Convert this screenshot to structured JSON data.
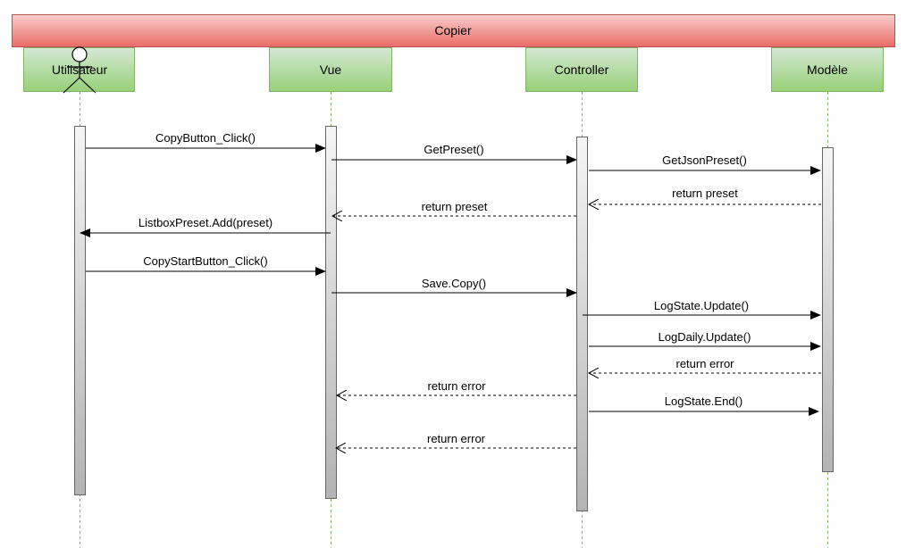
{
  "diagram": {
    "title": "Copier",
    "colors": {
      "title_fill": "#f08080",
      "title_stroke": "#b85450",
      "participant_fill": "#b8e09a",
      "participant_stroke": "#82b366",
      "lifeline": "#82b366"
    },
    "participants": [
      {
        "id": "user",
        "label": "Utilisateur",
        "icon": "actor-stick-figure-icon"
      },
      {
        "id": "vue",
        "label": "Vue"
      },
      {
        "id": "controller",
        "label": "Controller"
      },
      {
        "id": "model",
        "label": "Modèle"
      }
    ],
    "messages": [
      {
        "from": "user",
        "to": "vue",
        "label": "CopyButton_Click()",
        "type": "sync"
      },
      {
        "from": "vue",
        "to": "controller",
        "label": "GetPreset()",
        "type": "sync"
      },
      {
        "from": "controller",
        "to": "model",
        "label": "GetJsonPreset()",
        "type": "sync"
      },
      {
        "from": "model",
        "to": "controller",
        "label": "return preset",
        "type": "return"
      },
      {
        "from": "controller",
        "to": "vue",
        "label": "return preset",
        "type": "return"
      },
      {
        "from": "vue",
        "to": "user",
        "label": "ListboxPreset.Add(preset)",
        "type": "sync"
      },
      {
        "from": "user",
        "to": "vue",
        "label": "CopyStartButton_Click()",
        "type": "sync"
      },
      {
        "from": "vue",
        "to": "controller",
        "label": "Save.Copy()",
        "type": "sync"
      },
      {
        "from": "controller",
        "to": "model",
        "label": "LogState.Update()",
        "type": "sync"
      },
      {
        "from": "controller",
        "to": "model",
        "label": "LogDaily.Update()",
        "type": "sync"
      },
      {
        "from": "model",
        "to": "controller",
        "label": "return error",
        "type": "return"
      },
      {
        "from": "controller",
        "to": "vue",
        "label": "return error",
        "type": "return"
      },
      {
        "from": "controller",
        "to": "model",
        "label": "LogState.End()",
        "type": "sync"
      },
      {
        "from": "controller",
        "to": "vue",
        "label": "return error",
        "type": "return"
      }
    ]
  }
}
